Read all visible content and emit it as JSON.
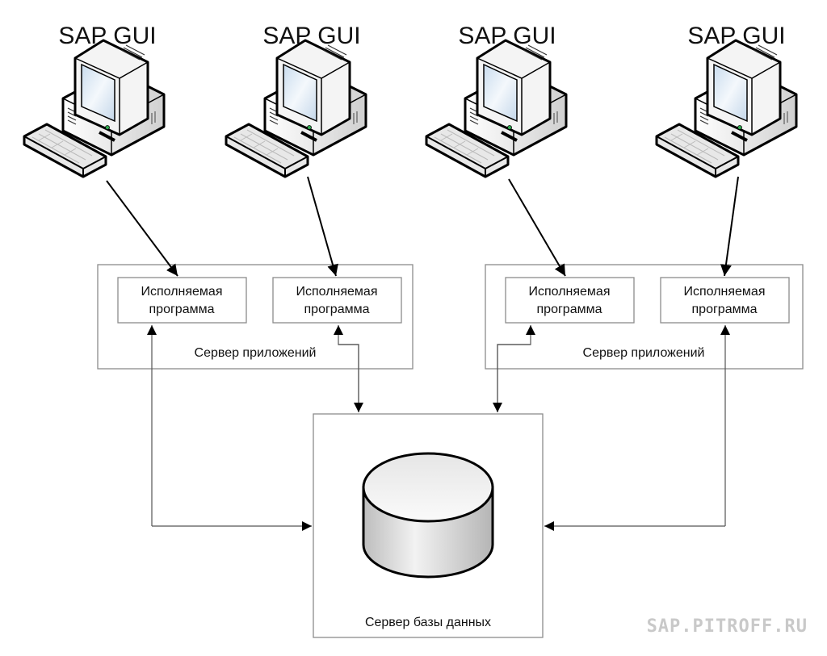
{
  "diagram": {
    "clients": [
      {
        "label": "SAP GUI",
        "icon": "computer-icon"
      },
      {
        "label": "SAP GUI",
        "icon": "computer-icon"
      },
      {
        "label": "SAP GUI",
        "icon": "computer-icon"
      },
      {
        "label": "SAP GUI",
        "icon": "computer-icon"
      }
    ],
    "app_servers": [
      {
        "label": "Сервер приложений",
        "programs": [
          {
            "line1": "Исполняемая",
            "line2": "программа"
          },
          {
            "line1": "Исполняемая",
            "line2": "программа"
          }
        ]
      },
      {
        "label": "Сервер приложений",
        "programs": [
          {
            "line1": "Исполняемая",
            "line2": "программа"
          },
          {
            "line1": "Исполняемая",
            "line2": "программа"
          }
        ]
      }
    ],
    "db_server": {
      "label": "Сервер базы данных",
      "icon": "database-cylinder-icon"
    },
    "watermark": "SAP.PITROFF.RU",
    "colors": {
      "box_border": "#8c8c8c",
      "arrow": "#000000",
      "screen": "#dce9f5",
      "led": "#2fa84f"
    }
  }
}
